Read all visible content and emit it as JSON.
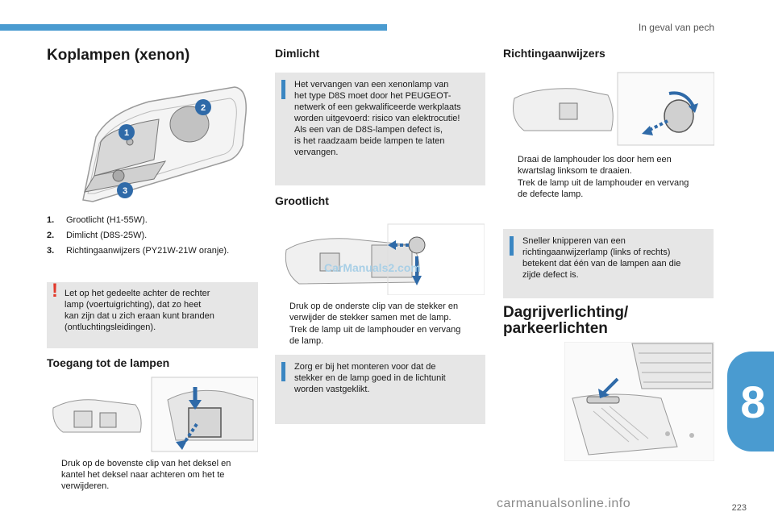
{
  "header": {
    "section": "In geval van pech",
    "chapter": "8",
    "page": "223"
  },
  "col1": {
    "title": "Koplampen (xenon)",
    "callouts": [
      "1",
      "2",
      "3"
    ],
    "items": [
      {
        "n": "1.",
        "text": "Grootlicht (H1-55W)."
      },
      {
        "n": "2.",
        "text": "Dimlicht (D8S-25W)."
      },
      {
        "n": "3.",
        "text": "Richtingaanwijzers (PY21W-21W oranje)."
      }
    ],
    "warning": "Let op het gedeelte achter de rechter\nlamp (voertuigrichting), dat zo heet\nkan zijn dat u zich eraan kunt branden\n(ontluchtingsleidingen).",
    "access_title": "Toegang tot de lampen",
    "bullet_glyph": "",
    "access_step": "Druk op de bovenste clip van het deksel en\nkantel het deksel naar achteren om het te\nverwijderen."
  },
  "col2": {
    "dim_title": "Dimlicht",
    "dim_info": "Het vervangen van een xenonlamp van\nhet type D8S moet door het PEUGEOT-\nnetwerk of een gekwalificeerde werkplaats\nworden uitgevoerd: risico van elektrocutie!\nAls een van de D8S-lampen defect is,\nis het raadzaam beide lampen te laten\nvervangen.",
    "high_title": "Grootlicht",
    "watermark": "CarManuals2.com",
    "steps": [
      "Druk op de onderste clip van de stekker en\nverwijder de stekker samen met de lamp.",
      "Trek de lamp uit de lamphouder en vervang\nde lamp."
    ],
    "info2": "Zorg er bij het monteren voor dat de\nstekker en de lamp goed in de lichtunit\nworden vastgeklikt."
  },
  "col3": {
    "title": "Richtingaanwijzers",
    "steps": [
      "Draai de lamphouder los door hem een\nkwartslag linksom te draaien.",
      "Trek de lamp uit de lamphouder en vervang\nde defecte lamp."
    ],
    "info": "Sneller knipperen van een\nrichtingaanwijzerlamp (links of rechts)\nbetekent dat één van de lampen aan die\nzijde defect is.",
    "drl_title": "Dagrijverlichting/\nparkeerlichten"
  },
  "footer": {
    "site": "carmanualsonline.info"
  },
  "colors": {
    "accent": "#4a9bd0",
    "info": "#3a86c2",
    "warning": "#e2392b",
    "box": "#e6e6e6"
  }
}
